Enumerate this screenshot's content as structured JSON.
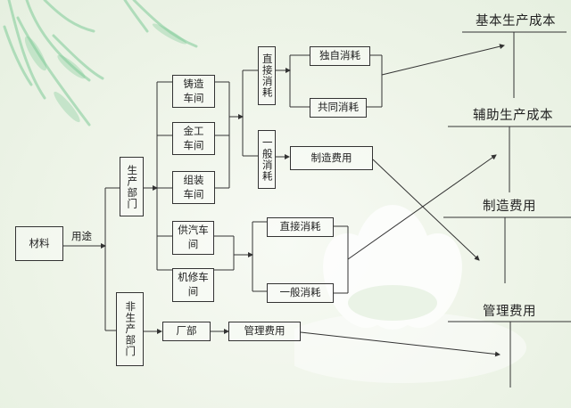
{
  "diagram": {
    "type": "material-allocation-flowchart",
    "root": {
      "label": "材料",
      "edge_label": "用途"
    },
    "departments": {
      "production": {
        "label": "生产部门"
      },
      "non_production": {
        "label": "非生产部门"
      }
    },
    "basic_workshops": [
      {
        "label": "铸造车间"
      },
      {
        "label": "金工车间"
      },
      {
        "label": "组装车间"
      }
    ],
    "auxiliary_workshops": [
      {
        "label": "供汽车间"
      },
      {
        "label": "机修车间"
      }
    ],
    "basic_consumption": {
      "direct": {
        "label": "直接消耗",
        "children": [
          {
            "label": "独自消耗"
          },
          {
            "label": "共同消耗"
          }
        ]
      },
      "general": {
        "label": "一般消耗",
        "child": {
          "label": "制造费用"
        }
      }
    },
    "auxiliary_consumption": [
      {
        "label": "直接消耗"
      },
      {
        "label": "一般消耗"
      }
    ],
    "factory_office": {
      "label": "厂部",
      "child": {
        "label": "管理费用"
      }
    },
    "accounts": [
      {
        "label": "基本生产成本"
      },
      {
        "label": "辅助生产成本"
      },
      {
        "label": "制造费用"
      },
      {
        "label": "管理费用"
      }
    ],
    "colors": {
      "line": "#333333",
      "background": "#eef4e8",
      "willow": "#6fbf8a"
    }
  }
}
